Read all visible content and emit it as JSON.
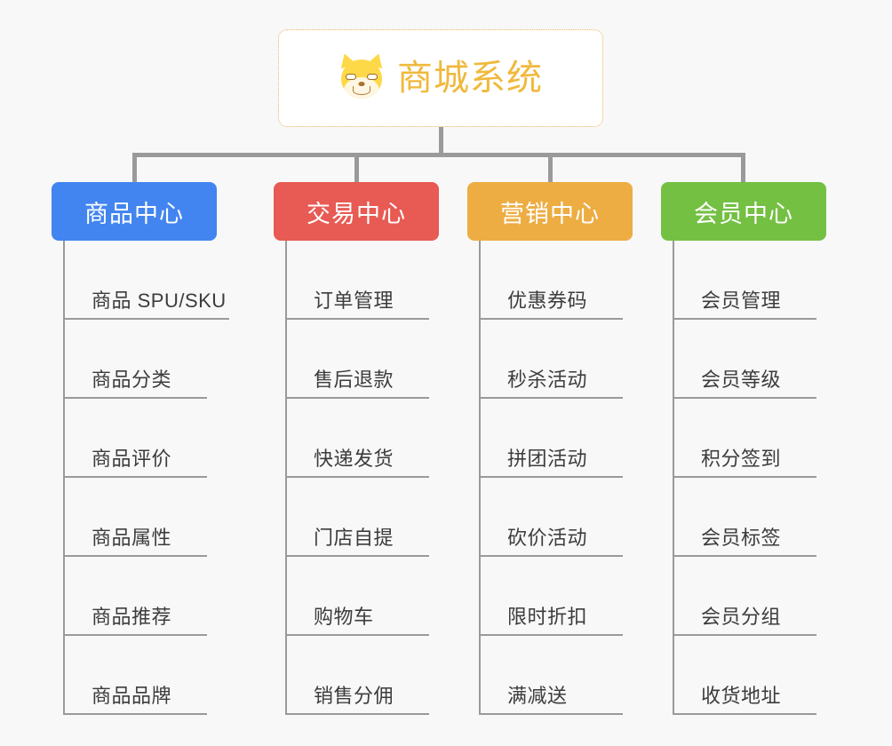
{
  "background_color": "#f8f8f8",
  "root": {
    "title": "商城系统",
    "icon": "shiba-dog-face-icon",
    "border_color": "#e8b45a",
    "text_color": "#f0b93c",
    "background_color": "#ffffff"
  },
  "connector_color": "#9a9a9a",
  "columns": [
    {
      "id": "product-center",
      "title": "商品中心",
      "color": "#4285f0",
      "items": [
        "商品 SPU/SKU",
        "商品分类",
        "商品评价",
        "商品属性",
        "商品推荐",
        "商品品牌"
      ]
    },
    {
      "id": "trade-center",
      "title": "交易中心",
      "color": "#e85a54",
      "items": [
        "订单管理",
        "售后退款",
        "快递发货",
        "门店自提",
        "购物车",
        "销售分佣"
      ]
    },
    {
      "id": "marketing-center",
      "title": "营销中心",
      "color": "#edad43",
      "items": [
        "优惠券码",
        "秒杀活动",
        "拼团活动",
        "砍价活动",
        "限时折扣",
        "满减送"
      ]
    },
    {
      "id": "member-center",
      "title": "会员中心",
      "color": "#74c043",
      "items": [
        "会员管理",
        "会员等级",
        "积分签到",
        "会员标签",
        "会员分组",
        "收货地址"
      ]
    }
  ]
}
